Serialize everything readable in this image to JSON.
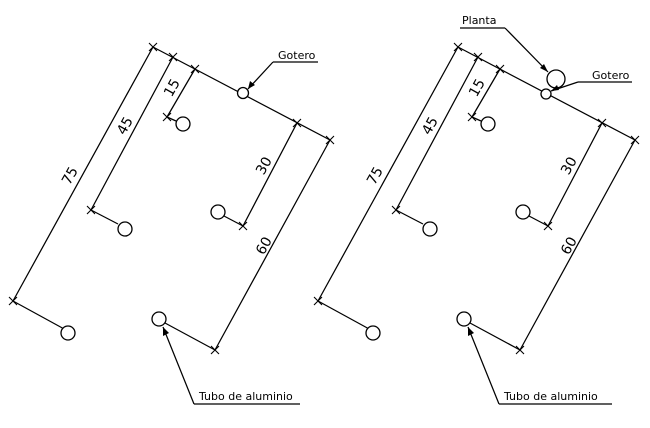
{
  "diagrams": [
    {
      "dims": [
        "75",
        "45",
        "15",
        "30",
        "60"
      ],
      "labels": {
        "dripper": "Gotero",
        "tube": "Tubo de aluminio"
      }
    },
    {
      "dims": [
        "75",
        "45",
        "15",
        "30",
        "60"
      ],
      "labels": {
        "plant": "Planta",
        "dripper": "Gotero",
        "tube": "Tubo de aluminio"
      }
    }
  ]
}
